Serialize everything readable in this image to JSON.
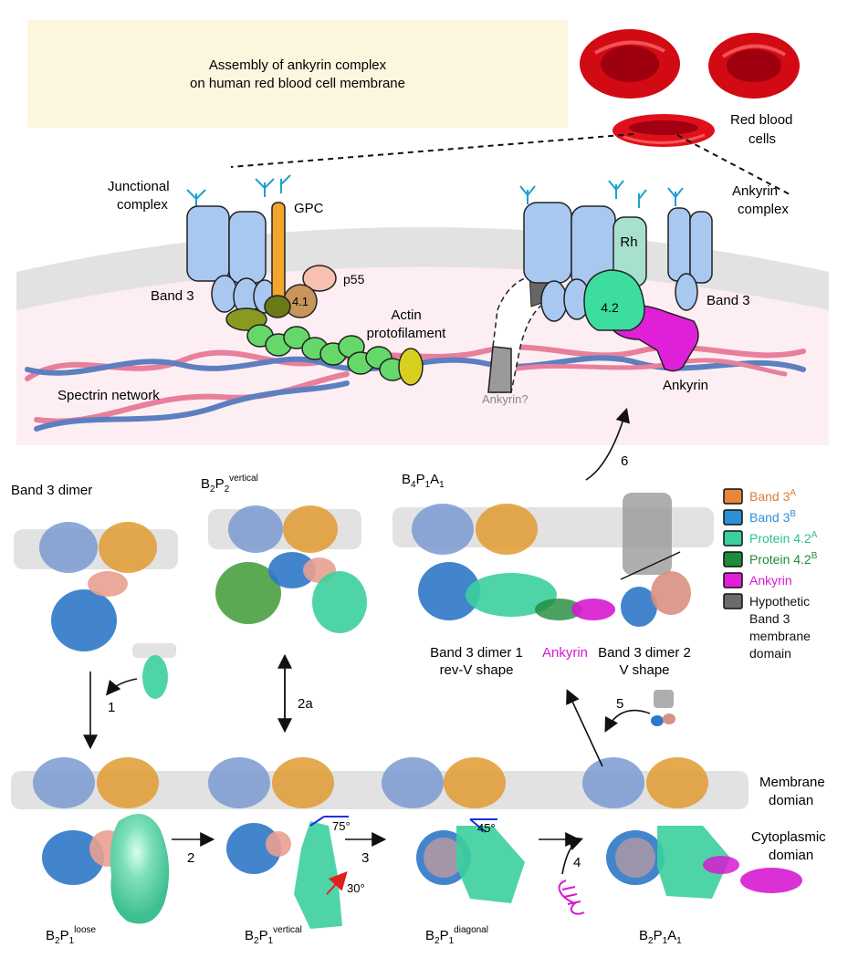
{
  "title_line1": "Assembly of ankyrin complex",
  "title_line2": "on human red blood cell membrane",
  "rbc_label_line1": "Red blood",
  "rbc_label_line2": "cells",
  "membrane_labels": {
    "junctional_line1": "Junctional",
    "junctional_line2": "complex",
    "gpc": "GPC",
    "p55": "p55",
    "band3_left": "Band 3",
    "protein41": "4.1",
    "actin_line1": "Actin",
    "actin_line2": "protofilament",
    "spectrin": "Spectrin network",
    "ankyrin_q": "Ankyrin?",
    "rh": "Rh",
    "protein42": "4.2",
    "band3_right": "Band 3",
    "ankyrin": "Ankyrin",
    "ankyrin_complex_line1": "Ankyrin",
    "ankyrin_complex_line2": "complex"
  },
  "structures": {
    "band3_dimer": "Band 3 dimer",
    "b2p2_vertical": {
      "main": "B",
      "s1": "2",
      "m2": "P",
      "s2": "2",
      "sup": "vertical"
    },
    "b4p1a1": {
      "main": "B",
      "s1": "4",
      "m2": "P",
      "s2": "1",
      "m3": "A",
      "s3": "1"
    },
    "b2p1_loose": {
      "main": "B",
      "s1": "2",
      "m2": "P",
      "s2": "1",
      "sup": "loose"
    },
    "b2p1_vertical": {
      "main": "B",
      "s1": "2",
      "m2": "P",
      "s2": "1",
      "sup": "vertical"
    },
    "b2p1_diagonal": {
      "main": "B",
      "s1": "2",
      "m2": "P",
      "s2": "1",
      "sup": "diagonal"
    },
    "b2p1a1": {
      "main": "B",
      "s1": "2",
      "m2": "P",
      "s2": "1",
      "m3": "A",
      "s3": "1"
    },
    "dimer1_line1": "Band 3 dimer 1",
    "dimer1_line2": "rev-V shape",
    "dimer_ankyrin": "Ankyrin",
    "dimer2_line1": "Band 3 dimer 2",
    "dimer2_line2": "V shape",
    "membrane_line1": "Membrane",
    "membrane_line2": "domian",
    "cyto_line1": "Cytoplasmic",
    "cyto_line2": "domian",
    "angle75": "75°",
    "angle45": "45°",
    "angle30": "30°"
  },
  "steps": {
    "s1": "1",
    "s2a": "2a",
    "s2": "2",
    "s3": "3",
    "s4": "4",
    "s5": "5",
    "s6": "6"
  },
  "legend": [
    {
      "label": "Band 3",
      "sup": "A",
      "color": "#e8873a",
      "text_color": "#e07a3a"
    },
    {
      "label": "Band 3",
      "sup": "B",
      "color": "#2e8fd8",
      "text_color": "#2e8fd8"
    },
    {
      "label": "Protein 4.2",
      "sup": "A",
      "color": "#3ccf9e",
      "text_color": "#2fc08e"
    },
    {
      "label": "Protein 4.2",
      "sup": "B",
      "color": "#1f8a3a",
      "text_color": "#1f8a3a"
    },
    {
      "label": "Ankyrin",
      "sup": "",
      "color": "#e020d8",
      "text_color": "#d61ad0"
    },
    {
      "label_line1": "Hypothetic",
      "label_line2": "Band 3",
      "label_line3": "membrane",
      "label_line4": "domain",
      "color": "#6b6b6b",
      "text_color": "#111111"
    }
  ],
  "colors": {
    "title_box": "#fdf6de",
    "cytoplasm": "#fdeef3",
    "membrane": "#e2e2e2",
    "band3_blue": "#a8c8f0",
    "gpc_orange": "#f4a62a",
    "p41_tan": "#c8955a",
    "p55_pink": "#f8c0b0",
    "actin_green": "#66d86a",
    "spectrin_blue": "#5d7fc0",
    "spectrin_pink": "#e87f9b",
    "rh_teal": "#a8e0d0",
    "p42_green": "#3ddc9f",
    "ankyrin_magenta": "#e020d8",
    "rbc_red": "#e2101a"
  }
}
